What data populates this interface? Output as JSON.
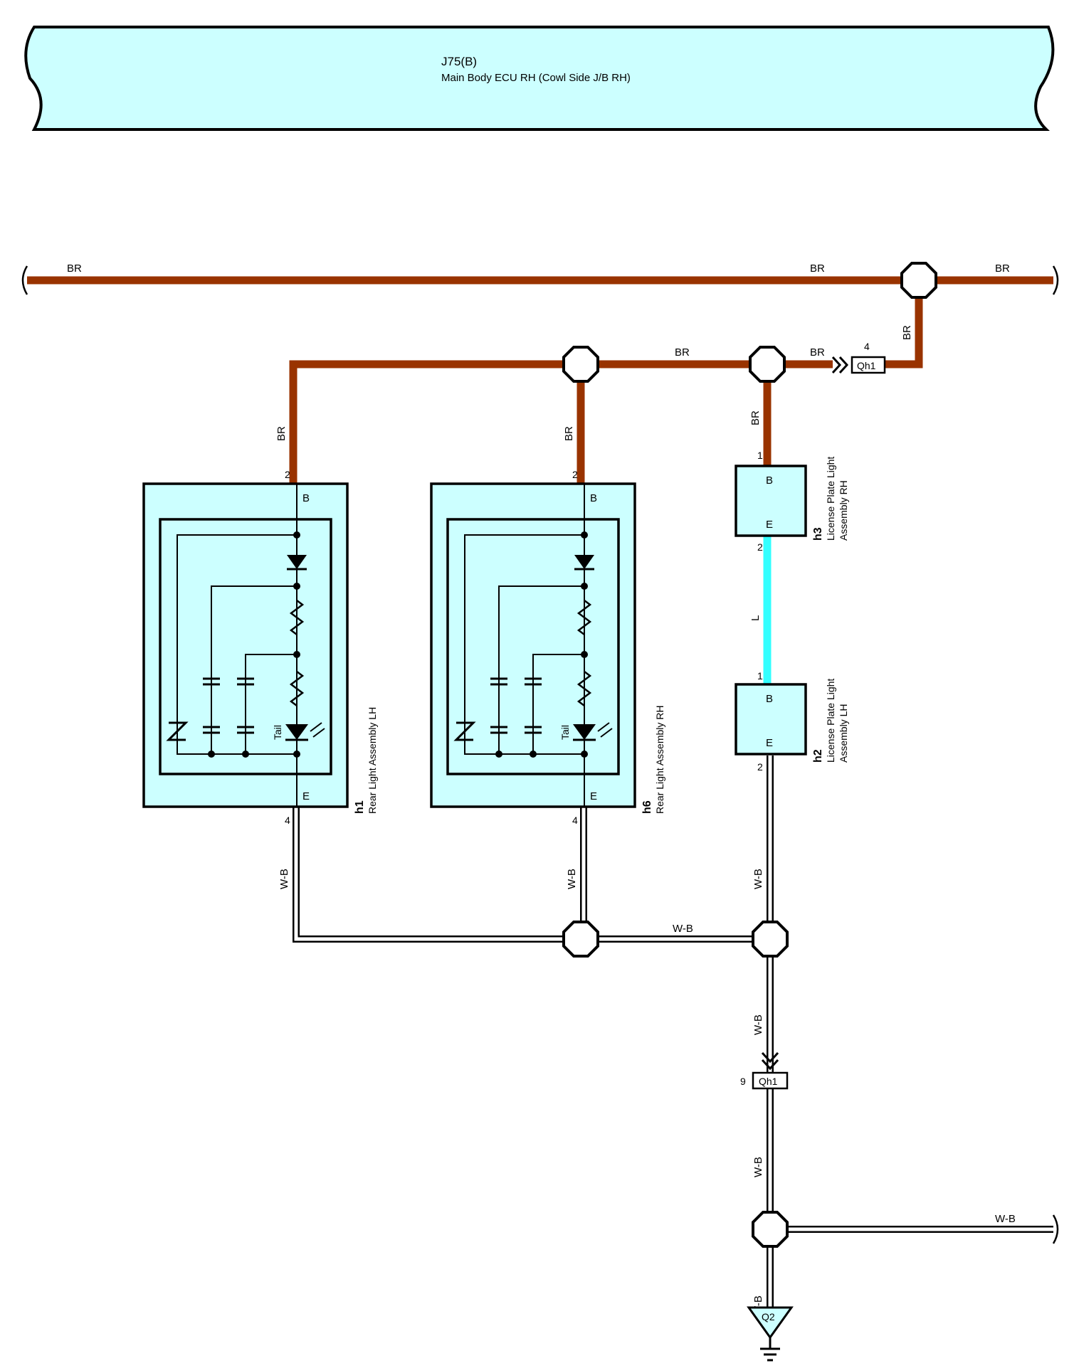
{
  "ecu": {
    "id": "J75(B)",
    "name": "Main Body ECU RH (Cowl Side J/B RH)"
  },
  "colors": {
    "br": "#993300",
    "l": "#33ffff",
    "box_fill": "#ccffff",
    "outline": "#000000"
  },
  "wires": {
    "br": "BR",
    "l": "L",
    "wb": "W-B"
  },
  "connectors": {
    "qh1_top": {
      "id": "Qh1",
      "pin": "4"
    },
    "qh1_bottom": {
      "id": "Qh1",
      "pin": "9"
    },
    "ground": {
      "id": "Q2"
    }
  },
  "components": {
    "h1": {
      "id": "h1",
      "name": "Rear Light Assembly LH",
      "terminal_top": "B",
      "terminal_bottom": "E",
      "pin_top": "2",
      "pin_bottom": "4",
      "lamp": "Tail"
    },
    "h6": {
      "id": "h6",
      "name": "Rear Light Assembly RH",
      "terminal_top": "B",
      "terminal_bottom": "E",
      "pin_top": "2",
      "pin_bottom": "4",
      "lamp": "Tail"
    },
    "h3": {
      "id": "h3",
      "name_line1": "License Plate Light",
      "name_line2": "Assembly RH",
      "terminal_top": "B",
      "terminal_bottom": "E",
      "pin_top": "1",
      "pin_bottom": "2"
    },
    "h2": {
      "id": "h2",
      "name_line1": "License Plate Light",
      "name_line2": "Assembly LH",
      "terminal_top": "B",
      "terminal_bottom": "E",
      "pin_top": "1",
      "pin_bottom": "2"
    }
  }
}
